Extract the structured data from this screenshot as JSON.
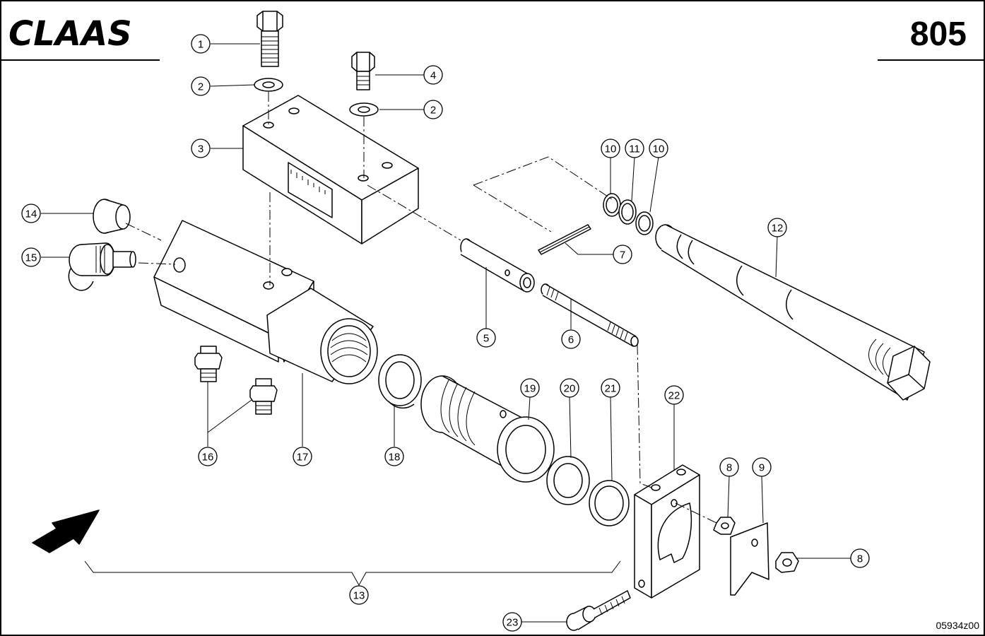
{
  "header": {
    "brand": "CLAAS",
    "page_number": "805"
  },
  "footer": {
    "drawing_code": "05934z00"
  },
  "callouts": {
    "c1": "1",
    "c2a": "2",
    "c2b": "2",
    "c3": "3",
    "c4": "4",
    "c5": "5",
    "c6": "6",
    "c7": "7",
    "c8a": "8",
    "c8b": "8",
    "c9": "9",
    "c10a": "10",
    "c10b": "10",
    "c11": "11",
    "c12": "12",
    "c13": "13",
    "c14": "14",
    "c15": "15",
    "c16": "16",
    "c17": "17",
    "c18": "18",
    "c19": "19",
    "c20": "20",
    "c21": "21",
    "c22": "22",
    "c23": "23"
  }
}
